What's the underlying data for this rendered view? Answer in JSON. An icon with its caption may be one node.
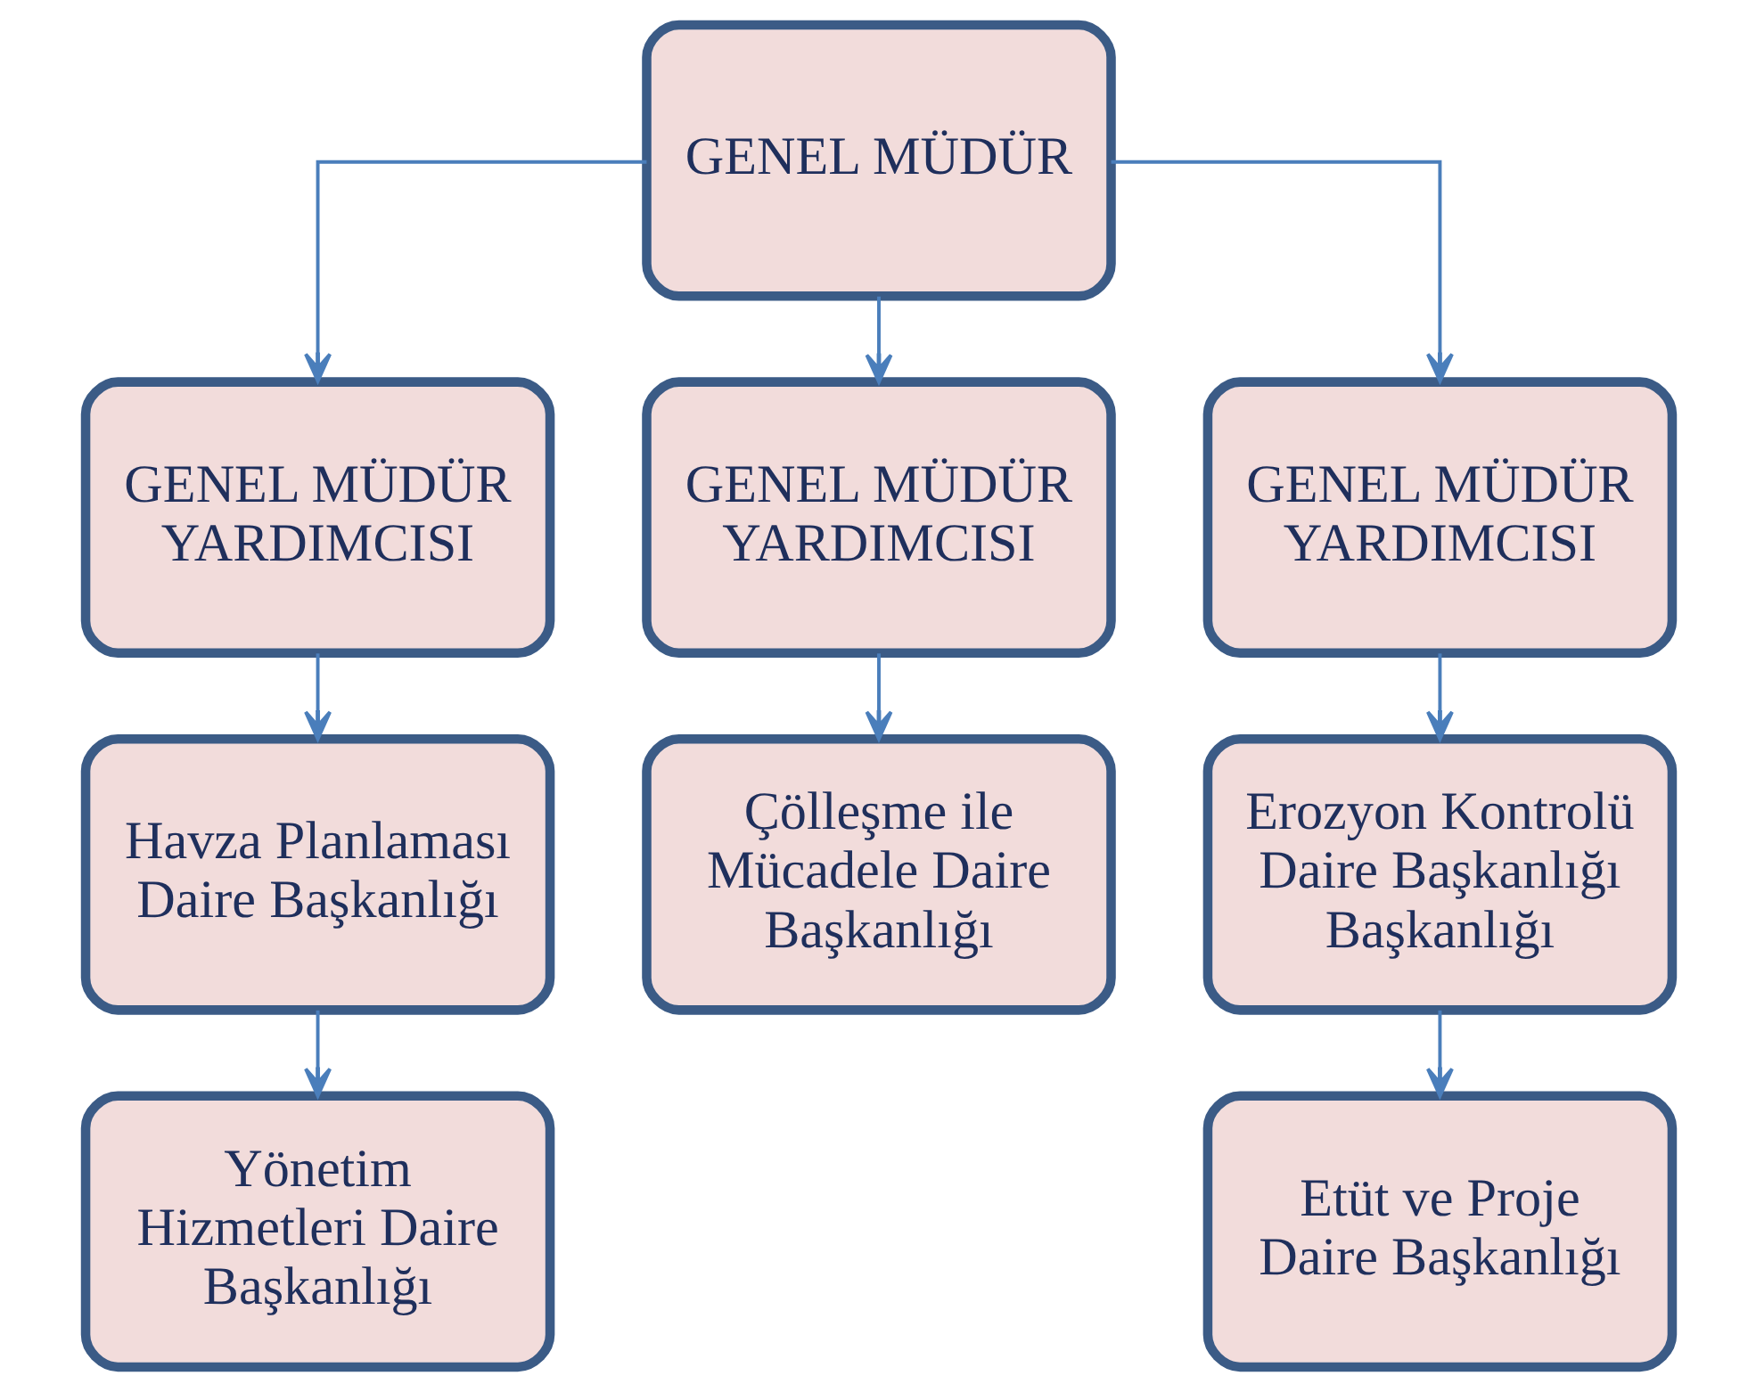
{
  "diagram": {
    "nodes": [
      {
        "text": [
          "GENEL MÜDÜR"
        ]
      },
      {
        "text": [
          "GENEL MÜDÜR YARDIMCISI"
        ]
      },
      {
        "text": [
          "GENEL MÜDÜR YARDIMCISI"
        ]
      },
      {
        "text": [
          "GENEL MÜDÜR YARDIMCISI"
        ]
      },
      {
        "text": [
          "Havza Planlaması Daire Başkanlığı"
        ]
      },
      {
        "text": [
          "Çölleşme ile Mücadele Daire Başkanlığı"
        ]
      },
      {
        "text": [
          "Erozyon Kontrolü Daire Başkanlığı Başkanlığı"
        ]
      },
      {
        "text": [
          "Yönetim Hizmetleri Daire Başkanlığı"
        ]
      },
      {
        "text": [
          "Etüt ve Proje Daire Başkanlığı"
        ]
      }
    ],
    "edges": [
      {
        "from": 0,
        "to": 1,
        "arrow": "to"
      },
      {
        "from": 0,
        "to": 2,
        "arrow": "to"
      },
      {
        "from": 0,
        "to": 3,
        "arrow": "to"
      },
      {
        "from": 1,
        "to": 4,
        "arrow": "to"
      },
      {
        "from": 2,
        "to": 5,
        "arrow": "to"
      },
      {
        "from": 3,
        "to": 6,
        "arrow": "to"
      },
      {
        "from": 4,
        "to": 7,
        "arrow": "to"
      },
      {
        "from": 6,
        "to": 8,
        "arrow": "to"
      }
    ]
  }
}
